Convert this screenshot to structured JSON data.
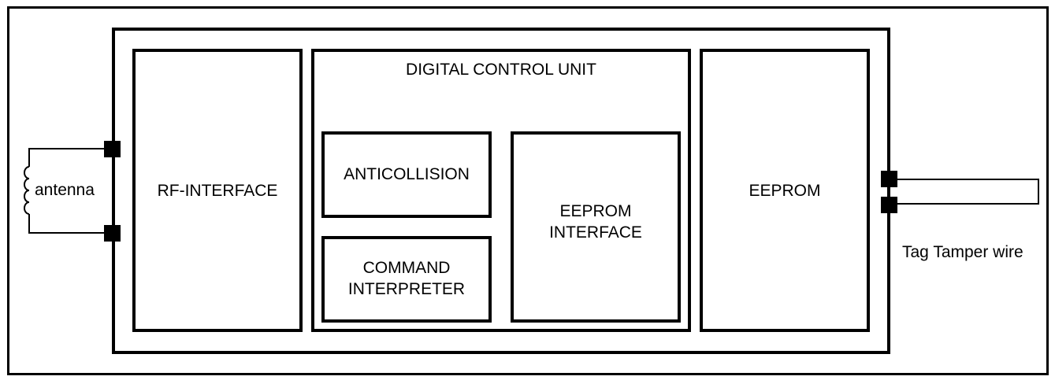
{
  "diagram": {
    "type": "block-diagram",
    "blocks": {
      "rf_interface": "RF-INTERFACE",
      "digital_control_unit": "DIGITAL CONTROL UNIT",
      "anticollision": "ANTICOLLISION",
      "command_interpreter": [
        "COMMAND",
        "INTERPRETER"
      ],
      "eeprom_interface": [
        "EEPROM",
        "INTERFACE"
      ],
      "eeprom": "EEPROM"
    },
    "external": {
      "antenna": "antenna",
      "tamper_wire": "Tag Tamper wire"
    },
    "colors": {
      "stroke": "#000000",
      "background": "#ffffff"
    }
  }
}
